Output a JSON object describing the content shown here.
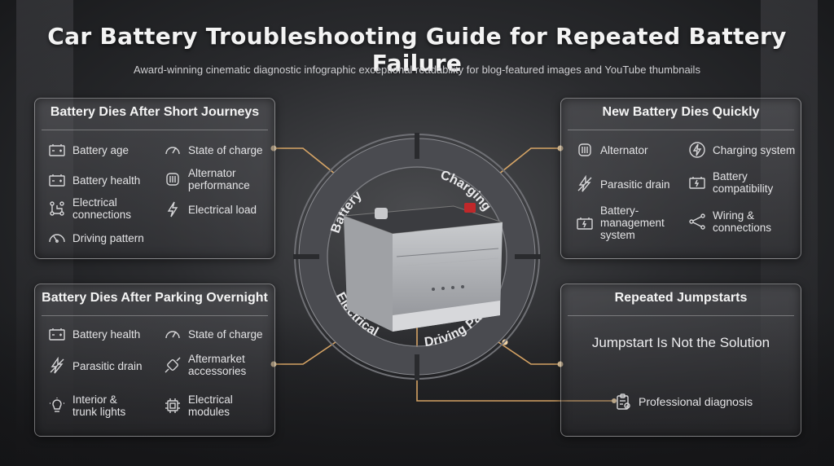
{
  "header": {
    "title": "Car Battery Troubleshooting Guide for Repeated Battery Failure",
    "subtitle": "Award-winning cinematic diagnostic infographic exceptional readability for blog-featured images and YouTube thumbnails"
  },
  "panels": {
    "short_journeys": {
      "title": "Battery Dies After Short Journeys",
      "items": [
        {
          "label": "Battery age",
          "icon": "battery-icon"
        },
        {
          "label": "State of charge",
          "icon": "gauge-icon"
        },
        {
          "label": "Battery health",
          "icon": "battery-icon"
        },
        {
          "label": "Alternator\nperformance",
          "icon": "alternator-icon"
        },
        {
          "label": "Electrical\nconnections",
          "icon": "connections-icon"
        },
        {
          "label": "Electrical load",
          "icon": "lightning-icon"
        },
        {
          "label": "Driving pattern",
          "icon": "speedometer-icon"
        }
      ]
    },
    "parking_overnight": {
      "title": "Battery Dies After Parking Overnight",
      "items": [
        {
          "label": "Battery health",
          "icon": "battery-icon"
        },
        {
          "label": "State of charge",
          "icon": "gauge-icon"
        },
        {
          "label": "Parasitic drain",
          "icon": "drain-icon"
        },
        {
          "label": "Aftermarket\naccessories",
          "icon": "plug-icon"
        },
        {
          "label": "Interior &\ntrunk lights",
          "icon": "bulb-icon"
        },
        {
          "label": "Electrical\nmodules",
          "icon": "chip-icon"
        }
      ]
    },
    "new_battery": {
      "title": "New Battery Dies Quickly",
      "items": [
        {
          "label": "Alternator",
          "icon": "alternator-icon"
        },
        {
          "label": "Charging system",
          "icon": "charging-icon"
        },
        {
          "label": "Parasitic drain",
          "icon": "drain-icon"
        },
        {
          "label": "Battery\ncompatibility",
          "icon": "battery-icon"
        },
        {
          "label": "Battery-\nmanagement\nsystem",
          "icon": "battery-icon"
        },
        {
          "label": "Wiring &\nconnections",
          "icon": "wiring-icon"
        }
      ]
    },
    "jumpstarts": {
      "title": "Repeated Jumpstarts",
      "message": "Jumpstart Is Not the Solution",
      "callout": "Professional diagnosis"
    }
  },
  "ring": {
    "segments": [
      "Battery",
      "Charging",
      "Electrical",
      "Driving Pattern"
    ]
  },
  "colors": {
    "accent_line": "#e8b06a",
    "battery_red_terminal": "#c0282a"
  }
}
